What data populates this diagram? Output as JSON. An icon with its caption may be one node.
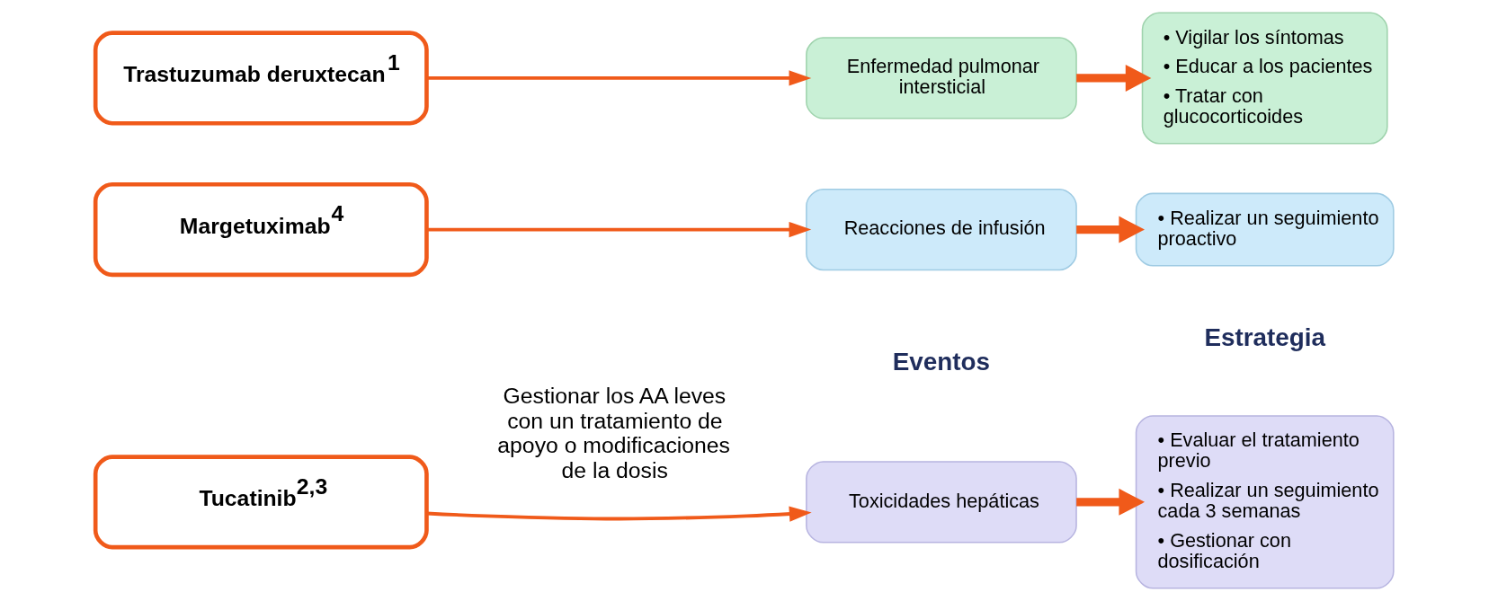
{
  "diagram": {
    "nodes": [
      {
        "text": [
          "Trastuzumab deruxtecan$^{1}$"
        ]
      },
      {
        "text": [
          "Enfermedad pulmonar intersticial"
        ]
      },
      {
        "text": [
          "• Vigilar los síntomas",
          "• Educar a los pacientes",
          "• Tratar con glucocorticoides"
        ]
      },
      {
        "text": [
          "Tucatinib$^{2,3}$"
        ]
      },
      {
        "text": [
          "Toxicidades hepáticas"
        ]
      },
      {
        "text": [
          "• Evaluar el tratamiento previo",
          "• Realizar un seguimiento cada 3 semanas",
          "• Gestionar con dosificación"
        ]
      },
      {
        "text": [
          "Margetuximab$^{4}$"
        ]
      },
      {
        "text": [
          "Reacciones de infusión"
        ]
      },
      {
        "text": [
          "• Realizar un seguimiento proactivo"
        ]
      }
    ],
    "edges": [
      {
        "from": 0,
        "to": 1,
        "arrow": "to"
      },
      {
        "from": 1,
        "to": 2,
        "arrow": "to",
        "style": "thick"
      },
      {
        "from": 3,
        "to": 4,
        "arrow": "to"
      },
      {
        "from": 4,
        "to": 5,
        "arrow": "to",
        "style": "thick"
      },
      {
        "from": 6,
        "to": 7,
        "arrow": "to"
      },
      {
        "from": 7,
        "to": 8,
        "arrow": "to",
        "style": "thick"
      }
    ],
    "labels": [
      "Eventos",
      "Estrategia",
      "Gestionar los AA leves con un tratamiento de apoyo o modificaciones de la dosis"
    ]
  }
}
